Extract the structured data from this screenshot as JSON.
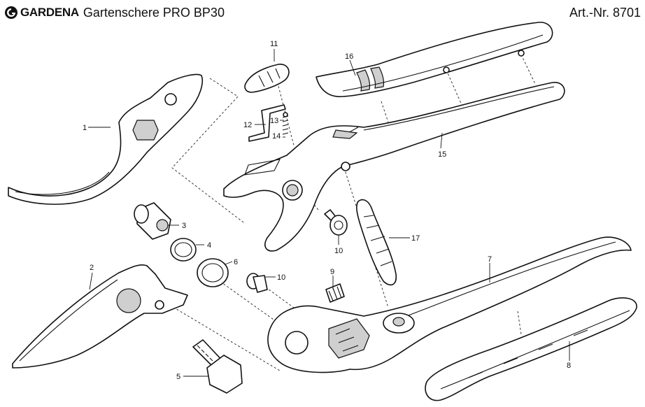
{
  "header": {
    "brand": "GARDENA",
    "model": "Gartenschere PRO BP30",
    "article": "Art.-Nr. 8701"
  },
  "icons": {
    "logo": "gardena-logo-icon"
  },
  "callouts": {
    "c1": "1",
    "c2": "2",
    "c3": "3",
    "c4": "4",
    "c5": "5",
    "c6": "6",
    "c7": "7",
    "c8": "8",
    "c9": "9",
    "c10a": "10",
    "c10b": "10",
    "c11": "11",
    "c12": "12",
    "c13": "13",
    "c14": "14",
    "c15": "15",
    "c16": "16",
    "c17": "17"
  }
}
